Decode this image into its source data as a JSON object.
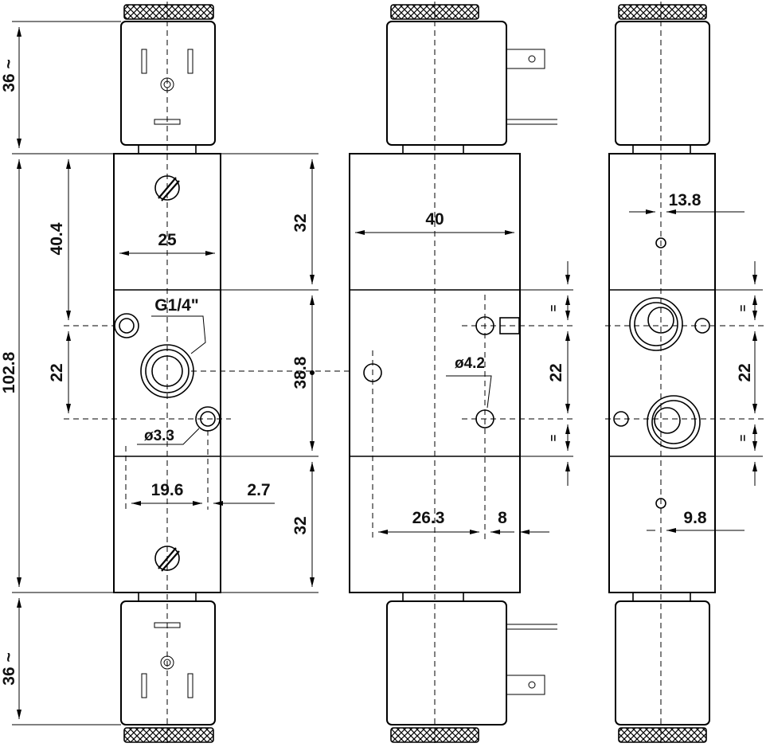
{
  "drawing": {
    "dimensions": {
      "coil_top": "36 ~",
      "coil_bottom": "36 ~",
      "overall_height": "102.8",
      "upper_length": "40.4",
      "port_spacing_left": "22",
      "body_width": "25",
      "thread": "G1/4\"",
      "hole_small": "ø3.3",
      "offset_196": "19.6",
      "offset_27": "2.7",
      "seg_top": "32",
      "seg_mid": "38.8",
      "seg_bot": "32",
      "body_length": "40",
      "hole_mount": "ø4.2",
      "offset_263": "26.3",
      "offset_8": "8",
      "port_spacing_mid": "22",
      "eq1": "=",
      "eq2": "=",
      "offset_138": "13.8",
      "offset_98": "9.8",
      "port_spacing_right": "22",
      "eq3": "=",
      "eq4": "="
    }
  }
}
